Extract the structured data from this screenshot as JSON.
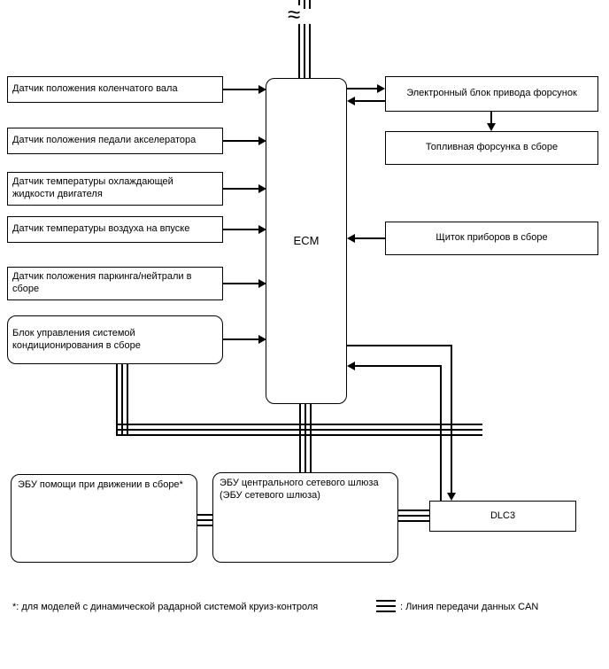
{
  "ecm": {
    "label": "ECM"
  },
  "left_boxes": [
    {
      "label": "Датчик положения коленчатого вала"
    },
    {
      "label": "Датчик положения педали акселератора"
    },
    {
      "label": "Датчик температуры охлаждающей жидкости двигателя"
    },
    {
      "label": "Датчик температуры воздуха на впуске"
    },
    {
      "label": "Датчик положения паркинга/нейтрали в сборе"
    },
    {
      "label": "Блок управления системой кондиционирования в сборе"
    }
  ],
  "right_boxes": [
    {
      "label": "Электронный блок привода форсунок"
    },
    {
      "label": "Топливная форсунка в сборе"
    },
    {
      "label": "Щиток приборов в сборе"
    }
  ],
  "bottom_boxes": [
    {
      "label": "ЭБУ помощи при движении в сборе*"
    },
    {
      "label": "ЭБУ центрального сетевого шлюза (ЭБУ сетевого шлюза)"
    },
    {
      "label": "DLC3"
    }
  ],
  "footnote": "*: для моделей с динамической радарной системой круиз-контроля",
  "legend_label": ": Линия передачи данных CAN",
  "icons": {
    "wire_break": "≈"
  },
  "colors": {
    "line": "#000000",
    "background": "#ffffff"
  }
}
